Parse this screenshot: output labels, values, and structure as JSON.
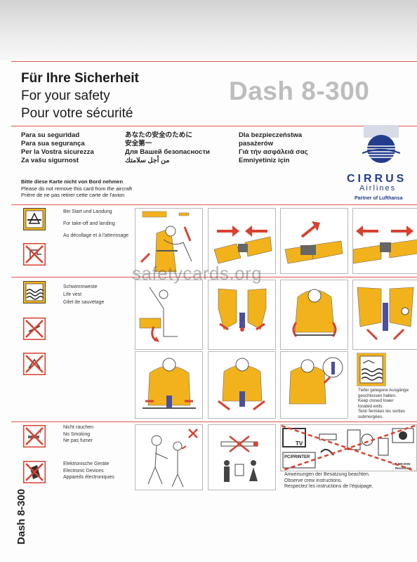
{
  "header": {
    "title_de": "Für Ihre Sicherheit",
    "title_en": "For your safety",
    "title_fr": "Pour votre sécurité",
    "aircraft": "Dash 8-300"
  },
  "languages": {
    "col1": [
      "Para su seguridad",
      "Para sua segurança",
      "Per la Vostra sicurezza",
      "Za vašu sigurnost"
    ],
    "col2": [
      "あなたの安全のために",
      "安全第一",
      "Для Вашей безопасности",
      "من أجل سلامتك"
    ],
    "col3": [
      "Dla bezpieczeństwa",
      "pasażerów",
      "Γιά τήν ασφάλειά σας",
      "Emniyetiniz için"
    ]
  },
  "notice": {
    "de": "Bitte diese Karte nicht von Bord nehmen",
    "en": "Please do not remove this card from the aircraft",
    "fr": "Prière de ne pas retirer cette carte de l'avion"
  },
  "airline": {
    "name": "CIRRUS",
    "sub": "Airlines",
    "partner_prefix": "Partner of",
    "partner_name": "Lufthansa"
  },
  "sections": {
    "takeoff": [
      "Bei Start und Landung",
      "For take-off and landing",
      "Au décollage et à l'atterissage"
    ],
    "lifevest": [
      "Schwimmweste",
      "Life vest",
      "Gilet de sauvetage"
    ],
    "nosmoking": [
      "Nicht rauchen",
      "No Smoking",
      "Ne pas fumer"
    ],
    "devices": [
      "Elektronische Geräte",
      "Electronic Devices",
      "Appareils électroniques"
    ]
  },
  "exits_caption": [
    "Tiefer gelegene Ausgänge",
    "geschlossen halten.",
    "Keep closed lower",
    "located exits.",
    "Tenir fermées les sorties",
    "submergées."
  ],
  "crew_caption": [
    "Anweisungen der Besatzung beachten.",
    "Observe crew instructions.",
    "Respectez les instructions de l'équipage."
  ],
  "device_labels": {
    "tv": "TV",
    "printer": "PC/PRINTER",
    "recorder": "CD MD DVD",
    "recording": "Recording"
  },
  "watermark": "safetycards.org",
  "side_label": "Dash 8-300",
  "colors": {
    "accent_red": "#e2574c",
    "vest_yellow": "#f2b21b",
    "brand_blue": "#233c8c",
    "arrow_red": "#d9412f"
  }
}
